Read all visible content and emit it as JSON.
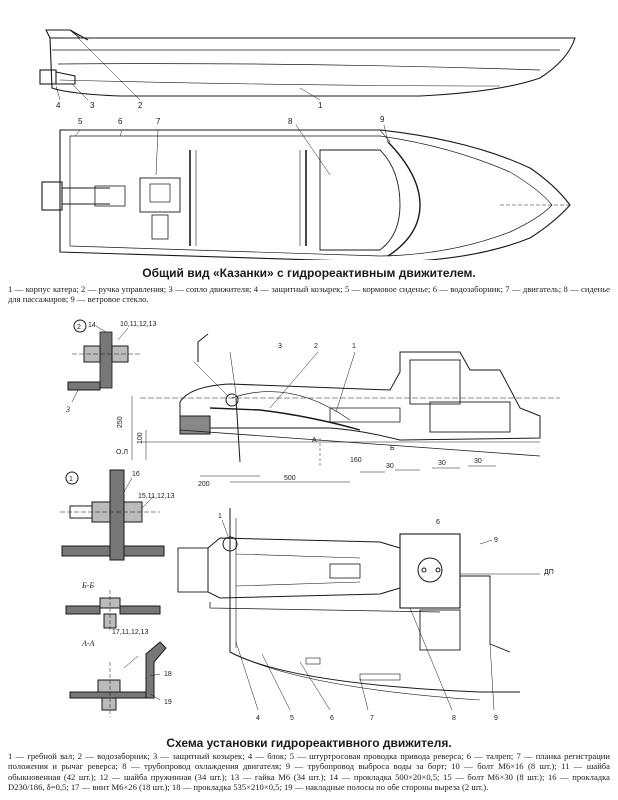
{
  "figure1": {
    "title": "Общий вид «Казанки» с гидрореактивным движителем.",
    "legend": "1 — корпус катера; 2 — ручка управления; 3 — сопло движителя; 4 — защитный козырек; 5 — кормовое сиденье; 6 — водозаборник; 7 — двигатель; 8 — сиденье для пассажиров; 9 — ветровое стекло.",
    "side_labels": [
      "4",
      "3",
      "2",
      "1"
    ],
    "plan_labels": [
      "5",
      "6",
      "7",
      "8",
      "9"
    ]
  },
  "figure2": {
    "title": "Схема установки гидрореактивного движителя.",
    "legend": "1 — гребной вал; 2 — водозаборник; 3 — защитный козырек; 4 — блок; 5 — штуртросовая проводка привода реверса; 6 — талреп; 7 — планка регистрации положения и рычаг реверса; 8 — трубопровод охлаждения двигателя; 9 — трубопровод выброса воды за борт; 10 — болт М6×16 (8 шт.); 11 — шайба обыкновенная (42 шт.); 12 — шайба пружинная (34 шт.); 13 — гайка М6 (34 шт.); 14 — прокладка 500×20×0,5; 15 — болт М6×30 (8 шт.); 16 — прокладка D230/186, δ=0,5; 17 — винт М6×26 (18 шт.); 18 — прокладка 535×210×0,5; 19 — накладные полосы по обе стороны выреза (2 шт.).",
    "detail_2": {
      "circle": "2",
      "labels": [
        "14",
        "10,11,12,13",
        "3"
      ]
    },
    "detail_1": {
      "circle": "1",
      "labels": [
        "16",
        "15,11,12,13"
      ]
    },
    "section_bb": {
      "label": "Б-Б"
    },
    "section_aa": {
      "label": "А-А",
      "labels": [
        "17,11,12,13",
        "18",
        "19"
      ]
    },
    "side_labels": [
      "3",
      "2",
      "1"
    ],
    "dims": {
      "d250": "250",
      "d100": "100",
      "d160": "160",
      "d30a": "30",
      "d30b": "30",
      "d30c": "30",
      "d200": "200",
      "d500": "500",
      "ol": "О.Л",
      "a": "А",
      "b": "Б",
      "dp": "ДП"
    },
    "plan_labels": [
      "1",
      "6",
      "9",
      "4",
      "5",
      "6",
      "7",
      "8",
      "9"
    ]
  }
}
